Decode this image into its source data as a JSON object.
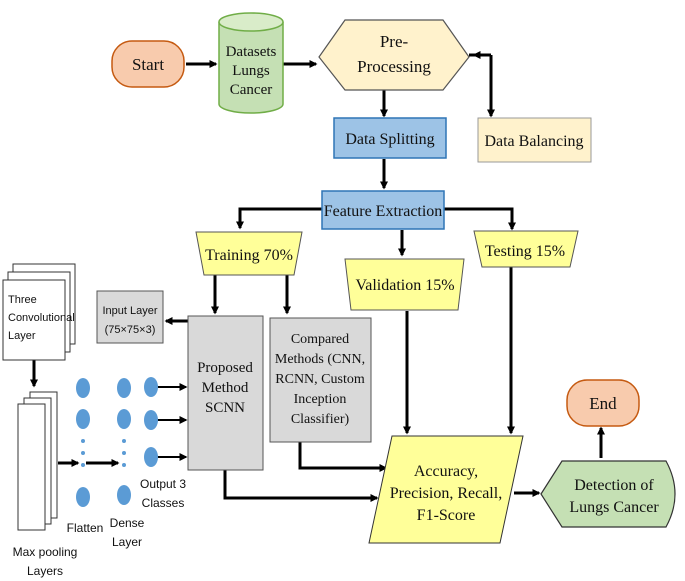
{
  "nodes": {
    "start": "Start",
    "datasets": [
      "Datasets",
      "Lungs",
      "Cancer"
    ],
    "preprocessing": [
      "Pre-",
      "Processing"
    ],
    "data_balancing": "Data Balancing",
    "data_splitting": "Data Splitting",
    "feature_extraction": "Feature Extraction",
    "training": "Training 70%",
    "validation": "Validation 15%",
    "testing": "Testing 15%",
    "three_conv": [
      "Three",
      "Convolutional",
      "Layer"
    ],
    "input_layer": [
      "Input Layer",
      "(75×75×3)"
    ],
    "proposed": [
      "Proposed",
      "Method",
      "SCNN"
    ],
    "compared": [
      "Compared",
      "Methods (CNN,",
      "RCNN, Custom",
      "Inception",
      "Classifier)"
    ],
    "metrics": [
      "Accuracy,",
      "Precision, Recall,",
      "F1-Score"
    ],
    "detection": [
      "Detection of",
      "Lungs Cancer"
    ],
    "end": "End",
    "max_pooling": [
      "Max pooling",
      "Layers"
    ],
    "flatten": "Flatten",
    "dense": [
      "Dense",
      "Layer"
    ],
    "output": [
      "Output 3",
      "Classes"
    ]
  },
  "colors": {
    "start_end_fill": "#f8cbad",
    "start_end_stroke": "#c55a11",
    "datasets_fill": "#c5e0b4",
    "datasets_stroke": "#70ad47",
    "preprocessing_fill": "#fff2cc",
    "blue_box_fill": "#9dc3e6",
    "blue_box_stroke": "#2e75b6",
    "yellow_fill": "#ffff99",
    "gray_fill": "#d9d9d9",
    "detection_fill": "#c5e0b4",
    "neuron": "#5b9bd5"
  }
}
